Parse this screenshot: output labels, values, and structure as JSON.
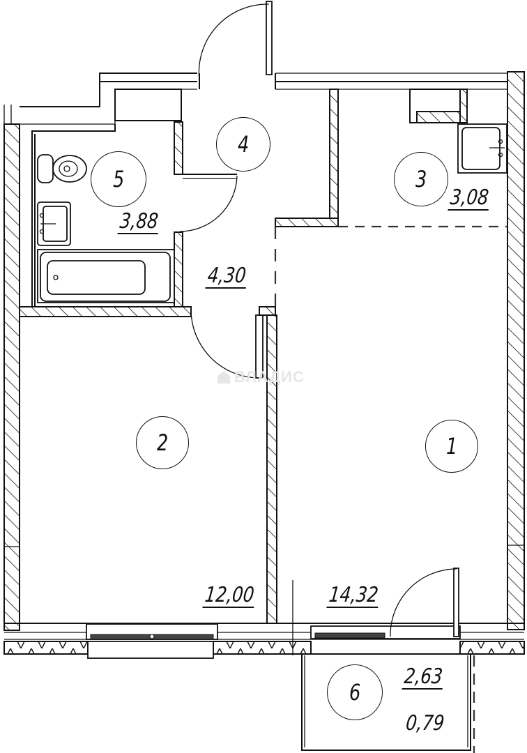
{
  "plan": {
    "type": "apartment-floor-plan",
    "watermark": "ВЛАДИС",
    "rooms": [
      {
        "number": "1",
        "area": "14,32",
        "kind": "living-room"
      },
      {
        "number": "2",
        "area": "12,00",
        "kind": "bedroom"
      },
      {
        "number": "3",
        "area": "3,08",
        "kind": "kitchen"
      },
      {
        "number": "4",
        "area": "4,30",
        "kind": "hallway"
      },
      {
        "number": "5",
        "area": "3,88",
        "kind": "bathroom"
      },
      {
        "number": "6",
        "area": "2,63",
        "area_secondary": "0,79",
        "kind": "balcony"
      }
    ],
    "colors": {
      "line": "#111111",
      "background": "#ffffff",
      "watermark": "#e6e6e6"
    }
  }
}
